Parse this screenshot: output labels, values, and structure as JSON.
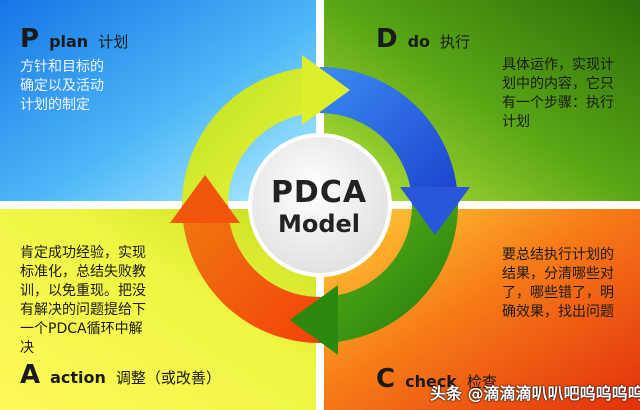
{
  "center": {
    "line1": "PDCA",
    "line2": "Model"
  },
  "quadrants": {
    "plan": {
      "letter": "P",
      "word": "plan",
      "cn": "计划",
      "description": "方针和目标的\n确定以及活动\n计划的制定"
    },
    "do": {
      "letter": "D",
      "word": "do",
      "cn": "执行",
      "description": "具体运作，实现计\n划中的内容，它只\n有一个步骤：执行\n计划"
    },
    "check": {
      "letter": "C",
      "word": "check",
      "cn": "检查",
      "description": "要总结执行计划的\n结果，分清哪些对\n了，哪些错了，明\n确效果，找出问题"
    },
    "action": {
      "letter": "A",
      "word": "action",
      "cn": "调整（或改善）",
      "description": "肯定成功经验，实现\n标准化，总结失败教\n训，以免重现。把没\n有解决的问题提给下\n一个PDCA循环中解\n决"
    }
  },
  "watermark": "头条 @滴滴滴叭叭吧呜呜呜呜",
  "colors": {
    "plan_top": "#1e7ee8",
    "plan_bottom": "#9be7ff",
    "do_a": "#2f7a0a",
    "do_b": "#a6df35",
    "action_a": "#fffb5c",
    "action_b": "#c8e51c",
    "check_a": "#ffd430",
    "check_b": "#e8390e",
    "ring_yellow": "#d8ea25",
    "ring_blue": "#2a5be0",
    "ring_orange": "#f25a0c",
    "ring_green": "#2f8e0e"
  }
}
